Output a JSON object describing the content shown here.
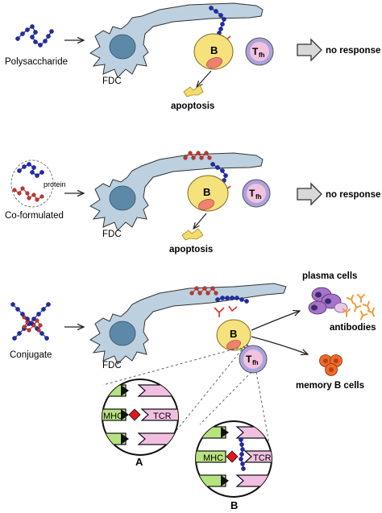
{
  "rows": [
    {
      "antigen_label": "Polysaccharide",
      "fdc_label": "FDC",
      "b_label": "B",
      "t_label_main": "T",
      "t_label_sub": "fh",
      "fate_label": "apoptosis",
      "result_label": "no response"
    },
    {
      "antigen_label": "Co-formulated",
      "protein_label": "protein",
      "fdc_label": "FDC",
      "b_label": "B",
      "t_label_main": "T",
      "t_label_sub": "fh",
      "fate_label": "apoptosis",
      "result_label": "no response"
    },
    {
      "antigen_label": "Conjugate",
      "fdc_label": "FDC",
      "b_label": "B",
      "t_label_main": "T",
      "t_label_sub": "fh",
      "outcomes": {
        "plasma_label": "plasma cells",
        "antibodies_label": "antibodies",
        "memory_label": "memory B cells"
      }
    }
  ],
  "zooms": {
    "a": {
      "mhc": "MHC",
      "tcr": "TCR",
      "label": "A"
    },
    "b": {
      "mhc": "MHC",
      "tcr": "TCR",
      "label": "B"
    }
  },
  "colors": {
    "fdc": "#bcd0e0",
    "fdc_nucleus": "#5d89a9",
    "b_cell": "#f6e27c",
    "b_nucleus": "#f08070",
    "tfh_outer": "#a9a3dd",
    "tfh_inner": "#f2c2df",
    "chain": "#1f2bb8",
    "protein": "#d63025",
    "green_bar": "#b7e37f",
    "pink_arrow": "#f2bfe3",
    "mhc_diamond": "#e0181b",
    "apoptosis": "#f3dc6a",
    "plasma": "#a774c9",
    "memory": "#ef6a2a",
    "antibody": "#f19c38"
  }
}
